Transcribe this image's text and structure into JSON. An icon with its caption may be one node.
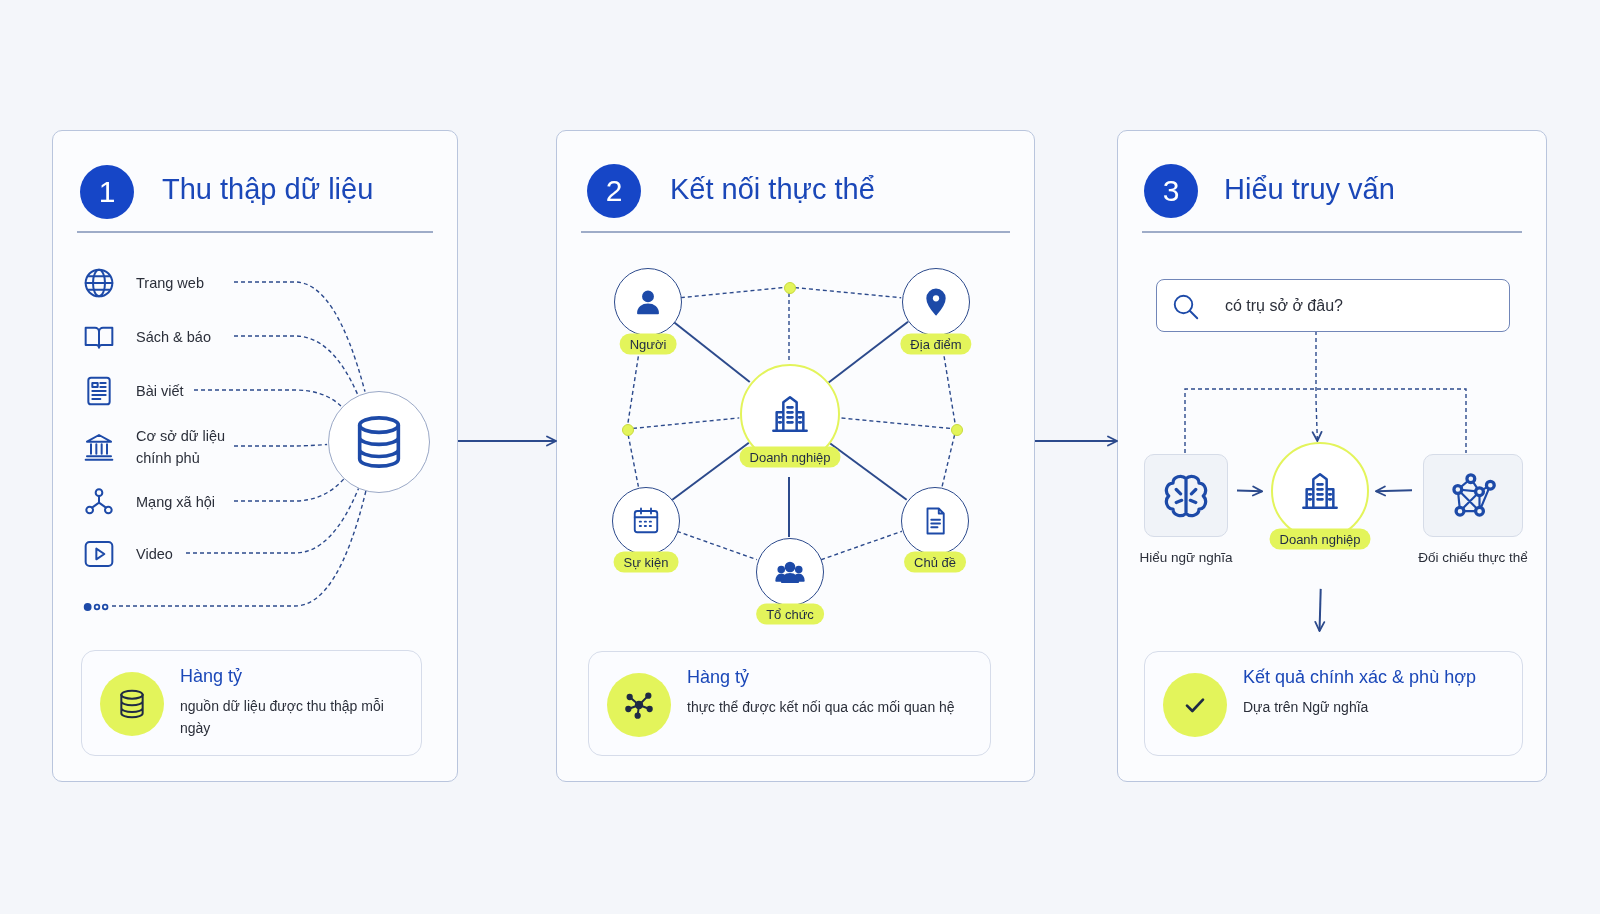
{
  "diagram": {
    "nodes": [
      {
        "text": [
          "Thu thập dữ liệu"
        ]
      },
      {
        "text": [
          "1"
        ],
        "in": 0
      },
      {
        "text": [
          "Trang web"
        ],
        "in": 0
      },
      {
        "text": [
          "Sách & báo"
        ],
        "in": 0
      },
      {
        "text": [
          "Bài viết"
        ],
        "in": 0
      },
      {
        "text": [
          "Cơ sở dữ liệu chính phủ"
        ],
        "in": 0
      },
      {
        "text": [
          "Mạng xã hội"
        ],
        "in": 0
      },
      {
        "text": [
          "Video"
        ],
        "in": 0
      },
      {
        "text": [],
        "shape": "dots",
        "in": 0
      },
      {
        "text": [],
        "shape": "circle",
        "in": 0
      },
      {
        "text": [
          "Hàng tỷ",
          "nguồn dữ liệu được thu thập mỗi ngày"
        ],
        "in": 0
      },
      {
        "text": [
          "Kết nối thực thể"
        ]
      },
      {
        "text": [
          "2"
        ],
        "in": 11
      },
      {
        "text": [
          "Người"
        ],
        "in": 11
      },
      {
        "text": [
          "Địa điểm"
        ],
        "in": 11
      },
      {
        "text": [
          "Doanh nghiệp"
        ],
        "in": 11
      },
      {
        "text": [
          "Sự kiện"
        ],
        "in": 11
      },
      {
        "text": [
          "Tổ chức"
        ],
        "in": 11
      },
      {
        "text": [
          "Chủ đề"
        ],
        "in": 11
      },
      {
        "text": [],
        "shape": "circle",
        "in": 11
      },
      {
        "text": [],
        "shape": "circle",
        "in": 11
      },
      {
        "text": [],
        "shape": "circle",
        "in": 11
      },
      {
        "text": [
          "Hàng tỷ",
          "thực thể được kết nối qua các mối quan hệ"
        ],
        "in": 11
      },
      {
        "text": [
          "Hiểu truy vấn"
        ]
      },
      {
        "text": [
          "3"
        ],
        "in": 23
      },
      {
        "text": [
          "có trụ sở ở đâu?"
        ],
        "in": 23
      },
      {
        "text": [],
        "shape": "box",
        "beside": [
          "Hiểu ngữ nghĩa"
        ],
        "in": 23
      },
      {
        "text": [
          "Doanh nghiệp"
        ],
        "in": 23
      },
      {
        "text": [],
        "shape": "box",
        "beside": [
          "Đối chiếu thực thể"
        ],
        "in": 23
      },
      {
        "text": [
          "Kết quả chính xác & phù hợp",
          "Dựa trên Ngữ nghĩa"
        ],
        "in": 23
      }
    ],
    "edges": [
      {
        "from": 2,
        "to": 9,
        "arrow": "none",
        "style": "dashed"
      },
      {
        "from": 3,
        "to": 9,
        "arrow": "none",
        "style": "dashed"
      },
      {
        "from": 4,
        "to": 9,
        "arrow": "none",
        "style": "dashed"
      },
      {
        "from": 5,
        "to": 9,
        "arrow": "none",
        "style": "dashed"
      },
      {
        "from": 6,
        "to": 9,
        "arrow": "none",
        "style": "dashed"
      },
      {
        "from": 7,
        "to": 9,
        "arrow": "none",
        "style": "dashed"
      },
      {
        "from": 8,
        "to": 9,
        "arrow": "none",
        "style": "dashed"
      },
      {
        "from": 0,
        "to": 11,
        "arrow": "to"
      },
      {
        "from": 15,
        "to": 13,
        "arrow": "none"
      },
      {
        "from": 15,
        "to": 14,
        "arrow": "none"
      },
      {
        "from": 15,
        "to": 16,
        "arrow": "none"
      },
      {
        "from": 15,
        "to": 17,
        "arrow": "none"
      },
      {
        "from": 15,
        "to": 18,
        "arrow": "none"
      },
      {
        "from": 13,
        "to": 19,
        "arrow": "none",
        "style": "dashed"
      },
      {
        "from": 19,
        "to": 14,
        "arrow": "none",
        "style": "dashed"
      },
      {
        "from": 19,
        "to": 15,
        "arrow": "none",
        "style": "dashed"
      },
      {
        "from": 13,
        "to": 20,
        "arrow": "none",
        "style": "dashed"
      },
      {
        "from": 20,
        "to": 16,
        "arrow": "none",
        "style": "dashed"
      },
      {
        "from": 20,
        "to": 15,
        "arrow": "none",
        "style": "dashed"
      },
      {
        "from": 14,
        "to": 21,
        "arrow": "none",
        "style": "dashed"
      },
      {
        "from": 21,
        "to": 18,
        "arrow": "none",
        "style": "dashed"
      },
      {
        "from": 21,
        "to": 15,
        "arrow": "none",
        "style": "dashed"
      },
      {
        "from": 16,
        "to": 17,
        "arrow": "none",
        "style": "dashed"
      },
      {
        "from": 17,
        "to": 18,
        "arrow": "none",
        "style": "dashed"
      },
      {
        "from": 11,
        "to": 23,
        "arrow": "to"
      },
      {
        "from": 25,
        "to": 27,
        "arrow": "to",
        "style": "dashed"
      },
      {
        "from": 26,
        "to": 28,
        "arrow": "none",
        "style": "dashed"
      },
      {
        "from": 26,
        "to": 27,
        "arrow": "to"
      },
      {
        "from": 28,
        "to": 27,
        "arrow": "to"
      },
      {
        "from": 27,
        "to": 29,
        "arrow": "to"
      }
    ]
  }
}
